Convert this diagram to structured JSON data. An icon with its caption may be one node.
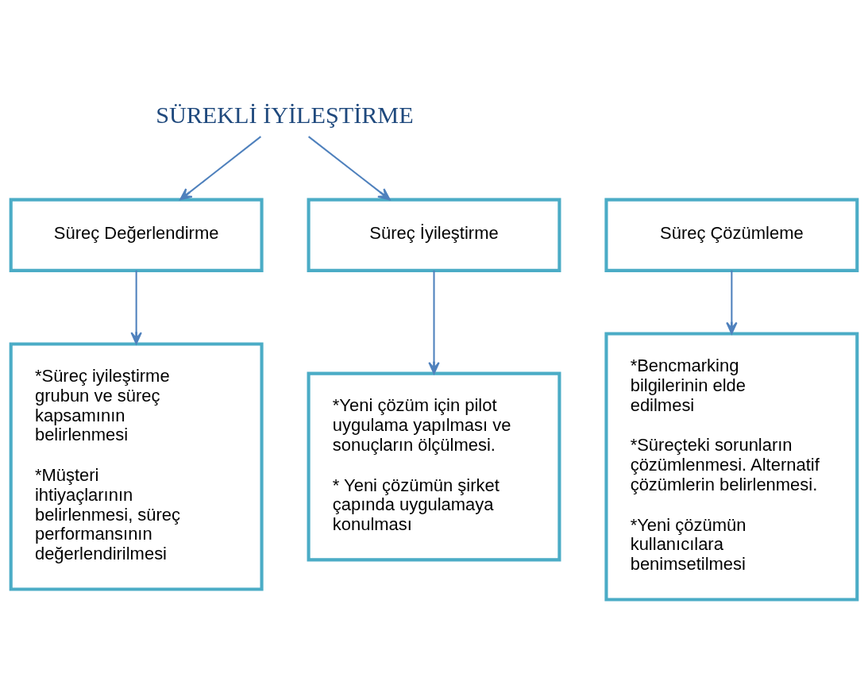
{
  "diagram": {
    "nodes": [
      {
        "text": [
          "SÜREKLİ İYİLEŞTİRME"
        ]
      },
      {
        "text": [
          "Süreç Değerlendirme"
        ]
      },
      {
        "text": [
          "Süreç Çözümleme"
        ]
      },
      {
        "text": [
          "Süreç İyileştirme"
        ]
      },
      {
        "text": [
          "*Süreç iyileştirme grubun ve süreç kapsamının belirlenmesi",
          "*Müşteri ihtiyaçlarının belirlenmesi, süreç performansının değerlendirilmesi"
        ]
      },
      {
        "text": [
          "*Bencmarking bilgilerinin elde edilmesi",
          "*Süreçteki sorunların çözümlenmesi. Alternatif çözümlerin belirlenmesi.",
          "*Yeni çözümün kullanıcılara benimsetilmesi"
        ]
      },
      {
        "text": [
          "*Yeni çözüm için pilot uygulama yapılması ve sonuçların ölçülmesi.",
          "* Yeni çözümün şirket çapında uygulamaya konulması"
        ]
      }
    ],
    "edges": [
      {
        "from": 0,
        "to": 1,
        "arrow": "to"
      },
      {
        "from": 0,
        "to": 3,
        "arrow": "to"
      },
      {
        "from": 1,
        "to": 4,
        "arrow": "to"
      },
      {
        "from": 2,
        "to": 5,
        "arrow": "to"
      },
      {
        "from": 3,
        "to": 6,
        "arrow": "to"
      }
    ]
  }
}
